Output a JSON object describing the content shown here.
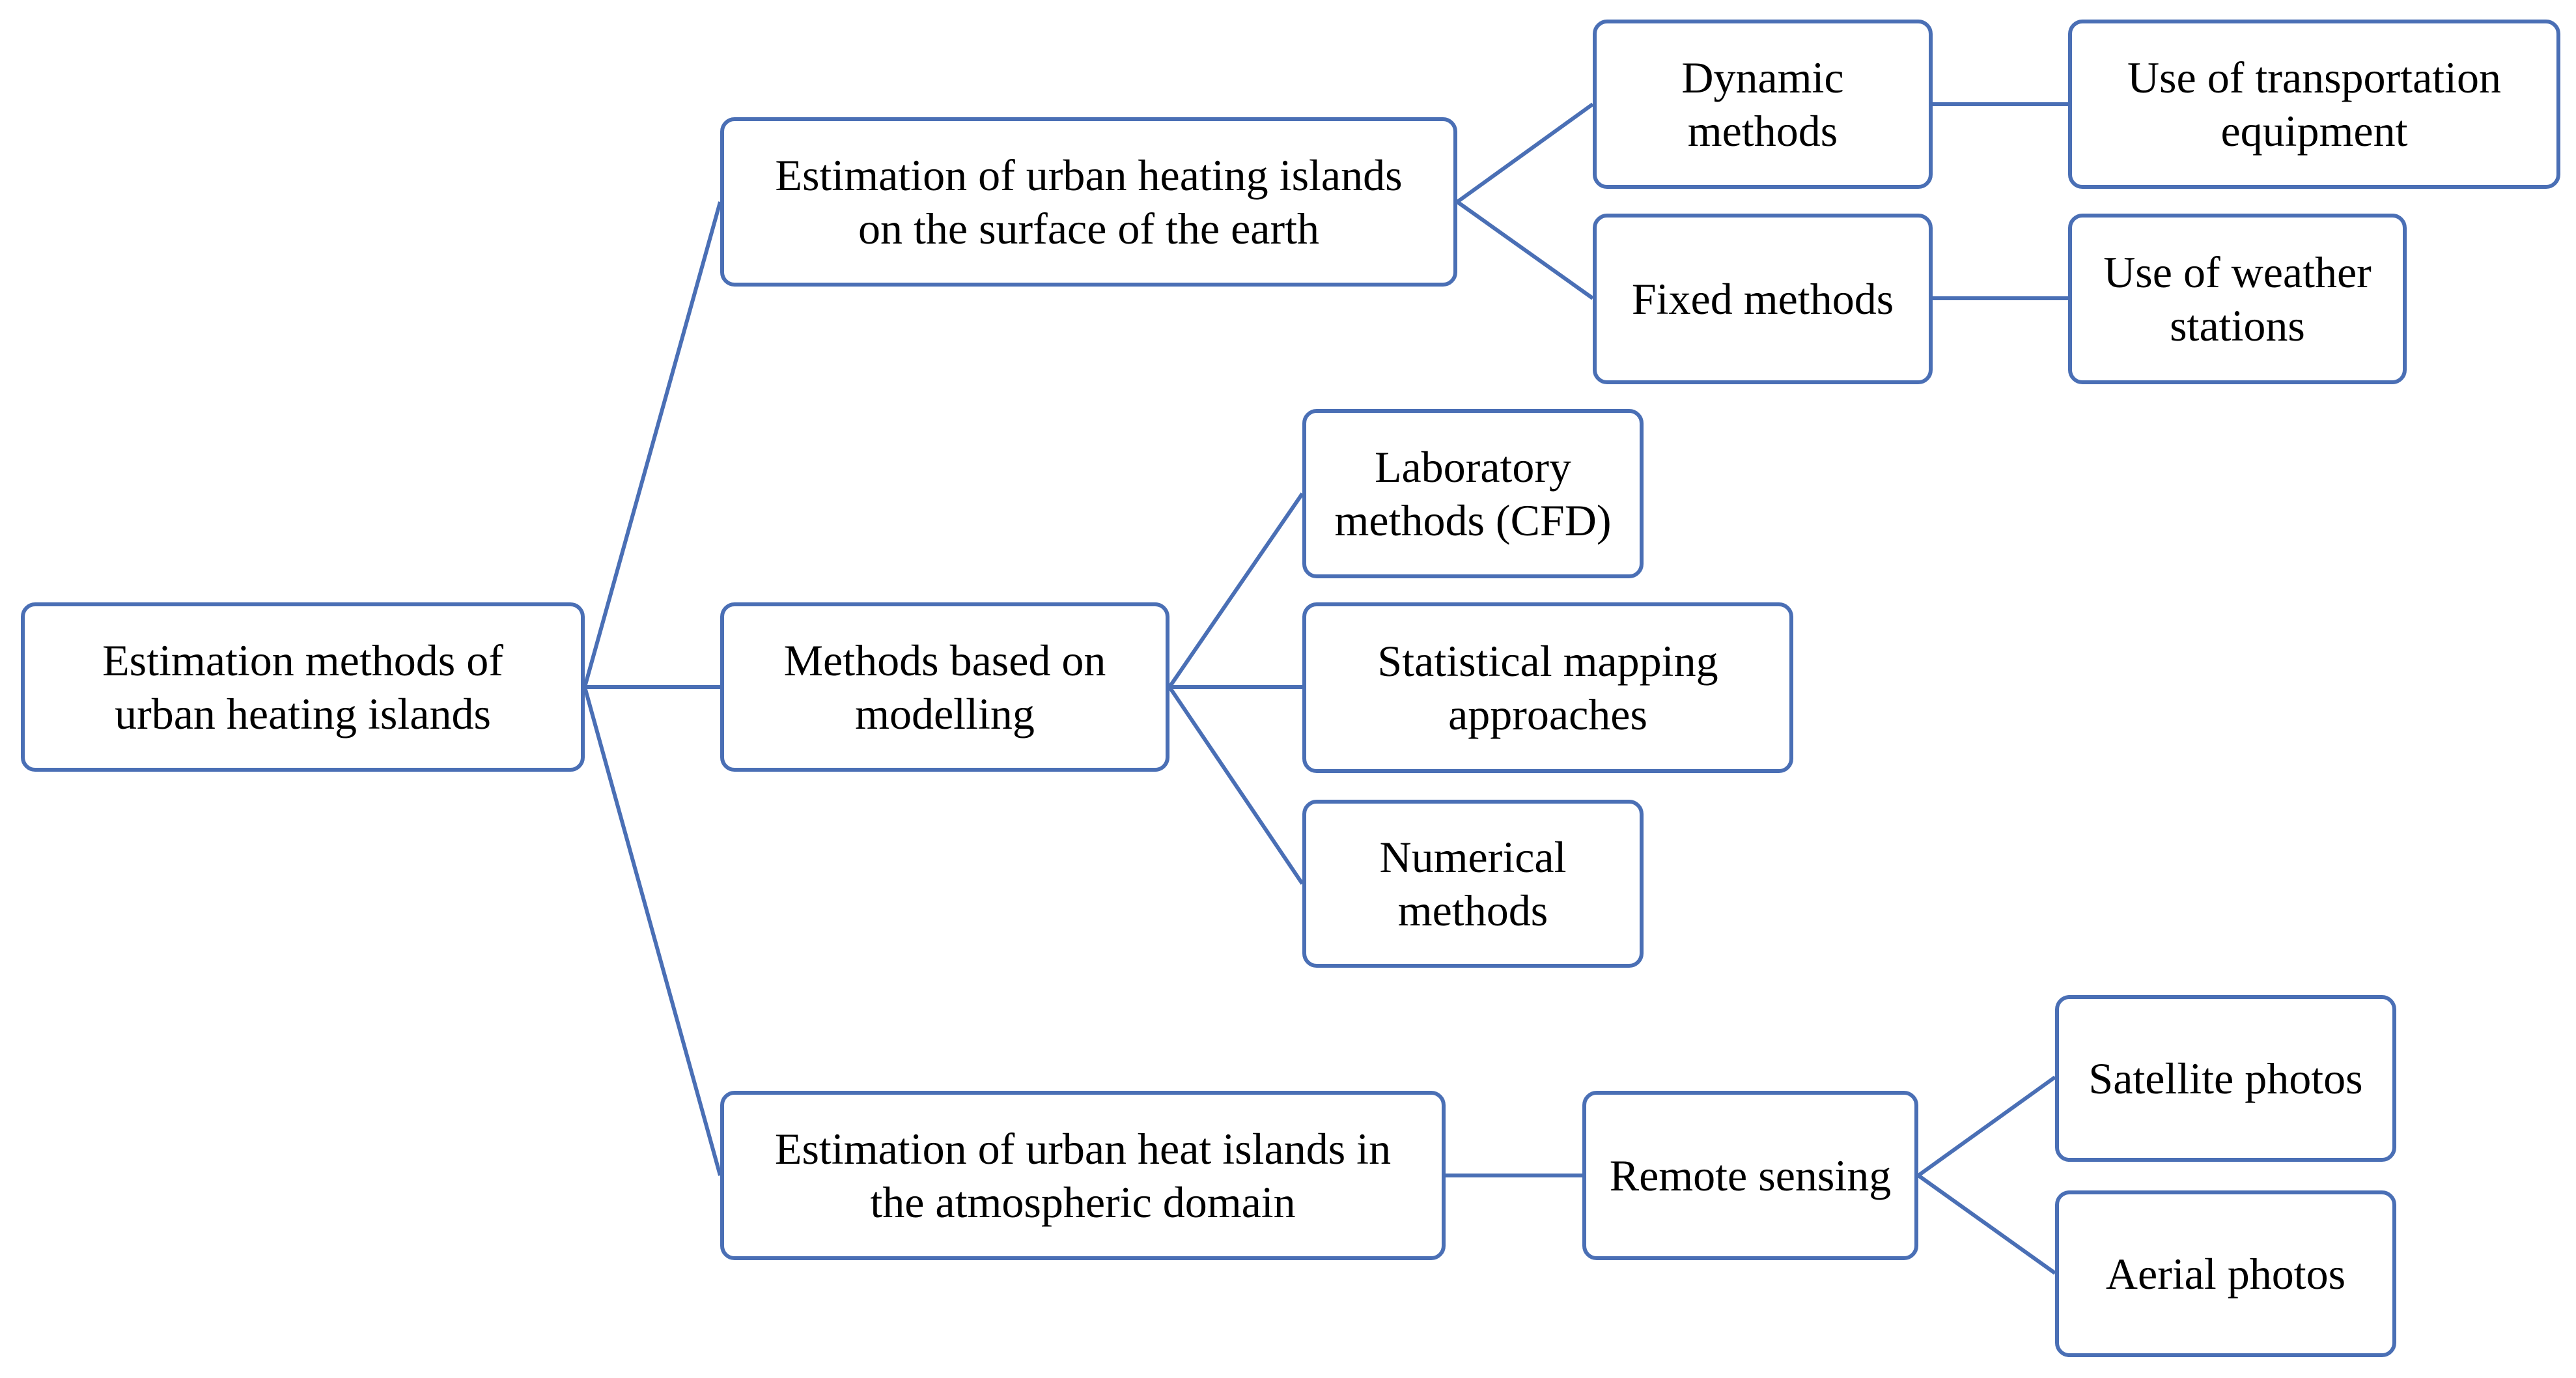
{
  "diagram": {
    "line_color": "#4a6fb5",
    "nodes": {
      "root": "Estimation methods of\nurban heating islands",
      "surface": "Estimation of urban heating islands\non the surface of the earth",
      "modelling": "Methods based on\nmodelling",
      "atmospheric": "Estimation of urban heat islands in\nthe atmospheric domain",
      "dynamic": "Dynamic\nmethods",
      "fixed": "Fixed methods",
      "transport": "Use of transportation\nequipment",
      "weather": "Use of weather\nstations",
      "laboratory": "Laboratory\nmethods (CFD)",
      "statistical": "Statistical mapping\napproaches",
      "numerical": "Numerical\nmethods",
      "remote": "Remote sensing",
      "satellite": "Satellite photos",
      "aerial": "Aerial photos"
    }
  }
}
